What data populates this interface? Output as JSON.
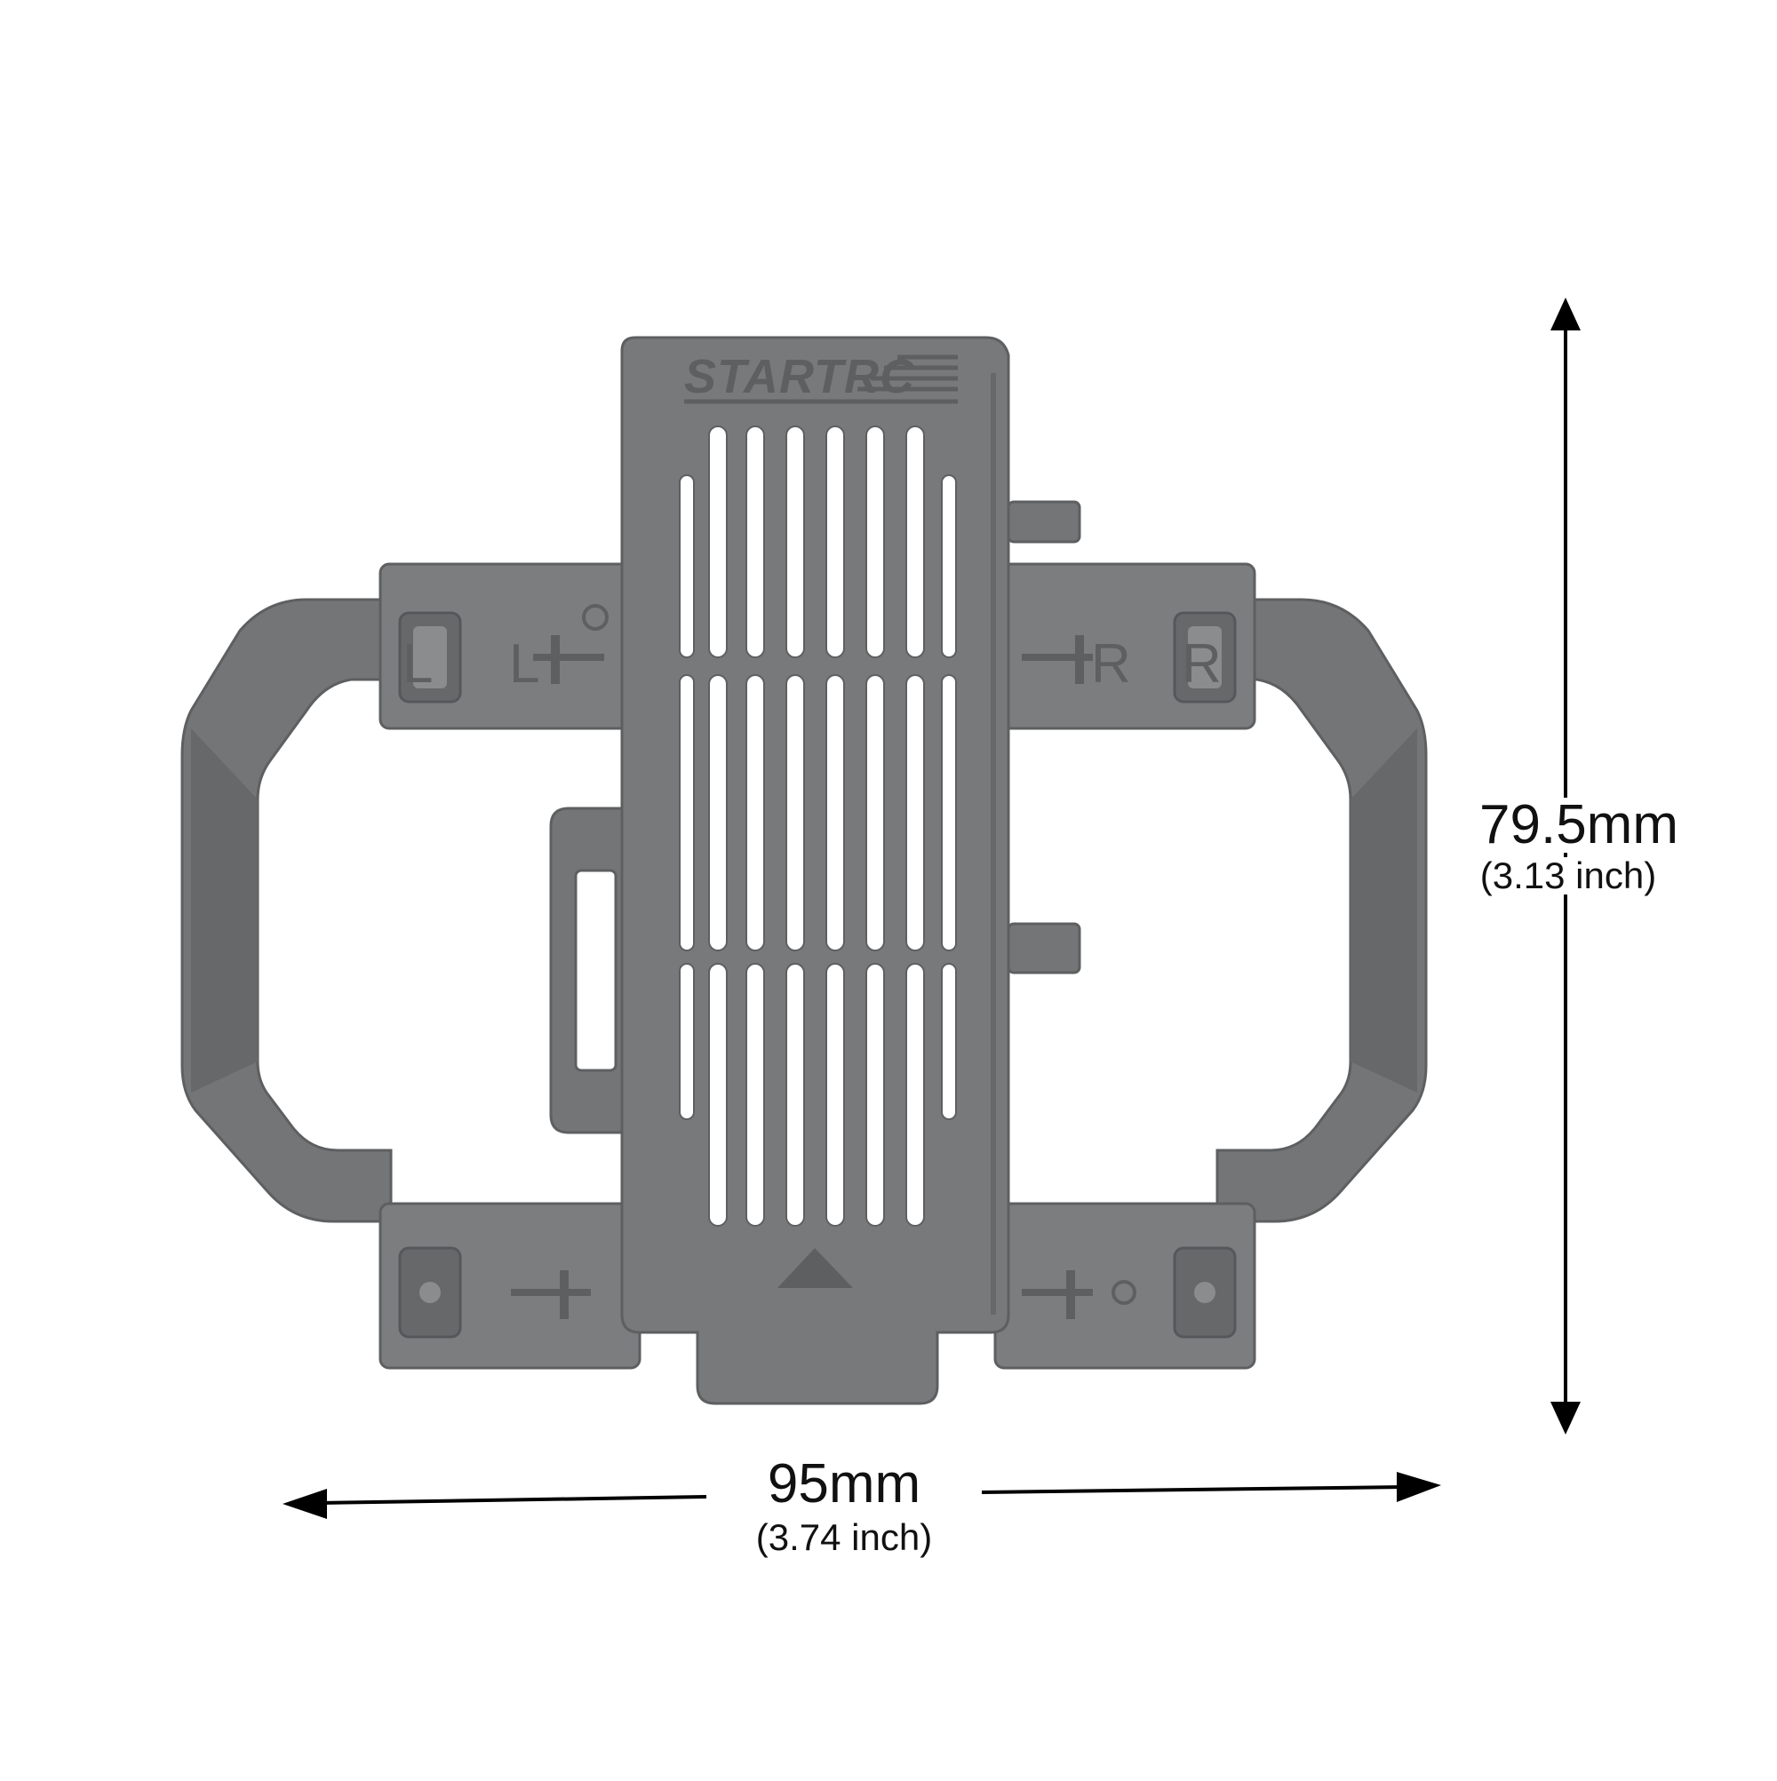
{
  "product": {
    "brand_mark": "STARTRC",
    "left_labels": [
      "L",
      "L"
    ],
    "right_labels": [
      "R",
      "R"
    ]
  },
  "dimensions": {
    "width": {
      "value": "95mm",
      "sub": "(3.74 inch)"
    },
    "height": {
      "value": "79.5mm",
      "sub": "(3.13 inch)"
    }
  },
  "colors": {
    "body": "#737577",
    "body_light": "#8a8c8e",
    "body_dark": "#5d5f61",
    "arrow": "#000000"
  }
}
